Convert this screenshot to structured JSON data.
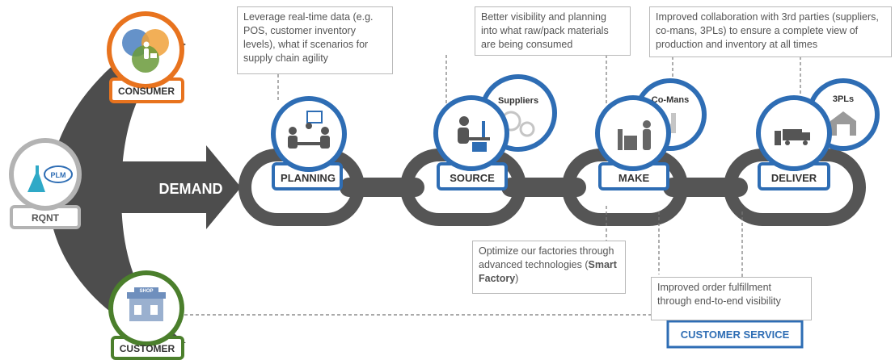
{
  "left_nodes": {
    "consumer": "CONSUMER",
    "rqnt": "RQNT",
    "plm": "PLM",
    "customer": "CUSTOMER",
    "shop": "SHOP"
  },
  "demand_label": "DEMAND",
  "stages": {
    "planning": "PLANNING",
    "source": "SOURCE",
    "make": "MAKE",
    "deliver": "DELIVER"
  },
  "partners": {
    "suppliers": "Suppliers",
    "comans": "Co-Mans",
    "threepls": "3PLs"
  },
  "customer_service": "CUSTOMER SERVICE",
  "callouts": {
    "planning": "Leverage real-time data (e.g. POS, customer inventory levels), what if scenarios for supply chain agility",
    "source": "Better visibility and planning into what raw/pack materials are being consumed",
    "make": "Improved collaboration with 3rd parties (suppliers, co-mans, 3PLs) to ensure a complete view of production and inventory at all times",
    "factory_text": "Optimize our factories through advanced technologies (",
    "factory_bold": "Smart Factory",
    "factory_end": ")",
    "fulfillment": "Improved order fulfillment through end-to-end visibility"
  },
  "colors": {
    "blue": "#2e6db4",
    "dark_gray": "#4d4d4d",
    "chain_gray": "#555555",
    "orange": "#e8731e",
    "green": "#4b7f2c",
    "light_gray": "#b3b3b3"
  }
}
